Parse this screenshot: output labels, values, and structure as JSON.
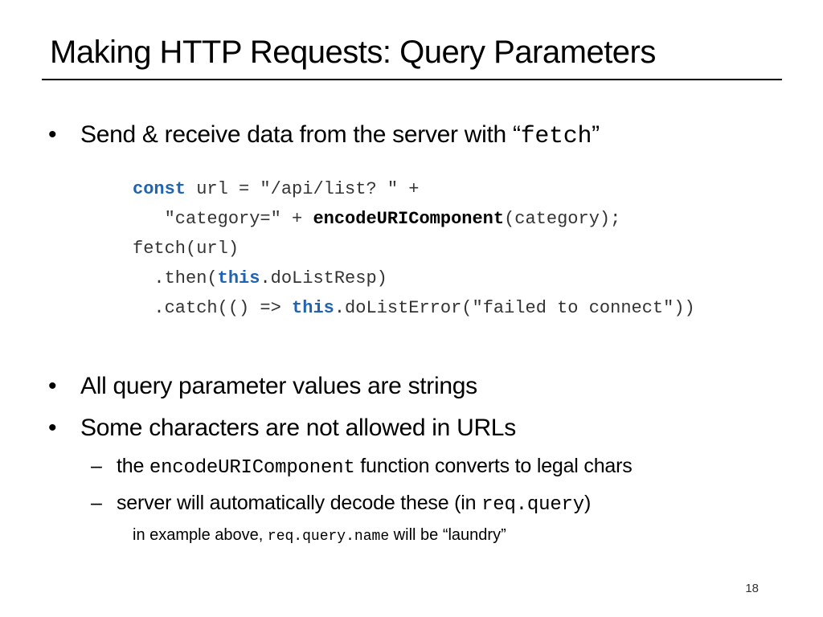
{
  "slide": {
    "title": "Making HTTP Requests: Query Parameters",
    "page_number": "18"
  },
  "bullets": [
    {
      "symbol": "•",
      "text": "Send & receive data from the server with “",
      "code": "fetch",
      "text_after": "”"
    },
    {
      "symbol": "•",
      "text": "All query parameter values are strings"
    },
    {
      "symbol": "•",
      "text": "Some characters are not allowed in URLs"
    }
  ],
  "code": {
    "l1_kw": "const",
    "l1_rest": " url = \"/api/list? \" +",
    "l2_pre": "   \"category=\" + ",
    "l2_fn": "encodeURIComponent",
    "l2_post": "(category);",
    "l3": "fetch(url)",
    "l4_pre": "  .then(",
    "l4_kw": "this",
    "l4_post": ".doListResp)",
    "l5_pre": "  .catch(() => ",
    "l5_kw": "this",
    "l5_post": ".doListError(\"failed to connect\"))"
  },
  "sub_bullets": [
    {
      "symbol": "–",
      "pre": "the ",
      "code": "encodeURIComponent",
      "post": " function converts to legal chars"
    },
    {
      "symbol": "–",
      "pre": "server will automatically decode these (in ",
      "code": "req.query",
      "post": ")"
    }
  ],
  "note": {
    "pre": "in example above, ",
    "code": "req.query.name",
    "post": " will be “laundry”"
  }
}
